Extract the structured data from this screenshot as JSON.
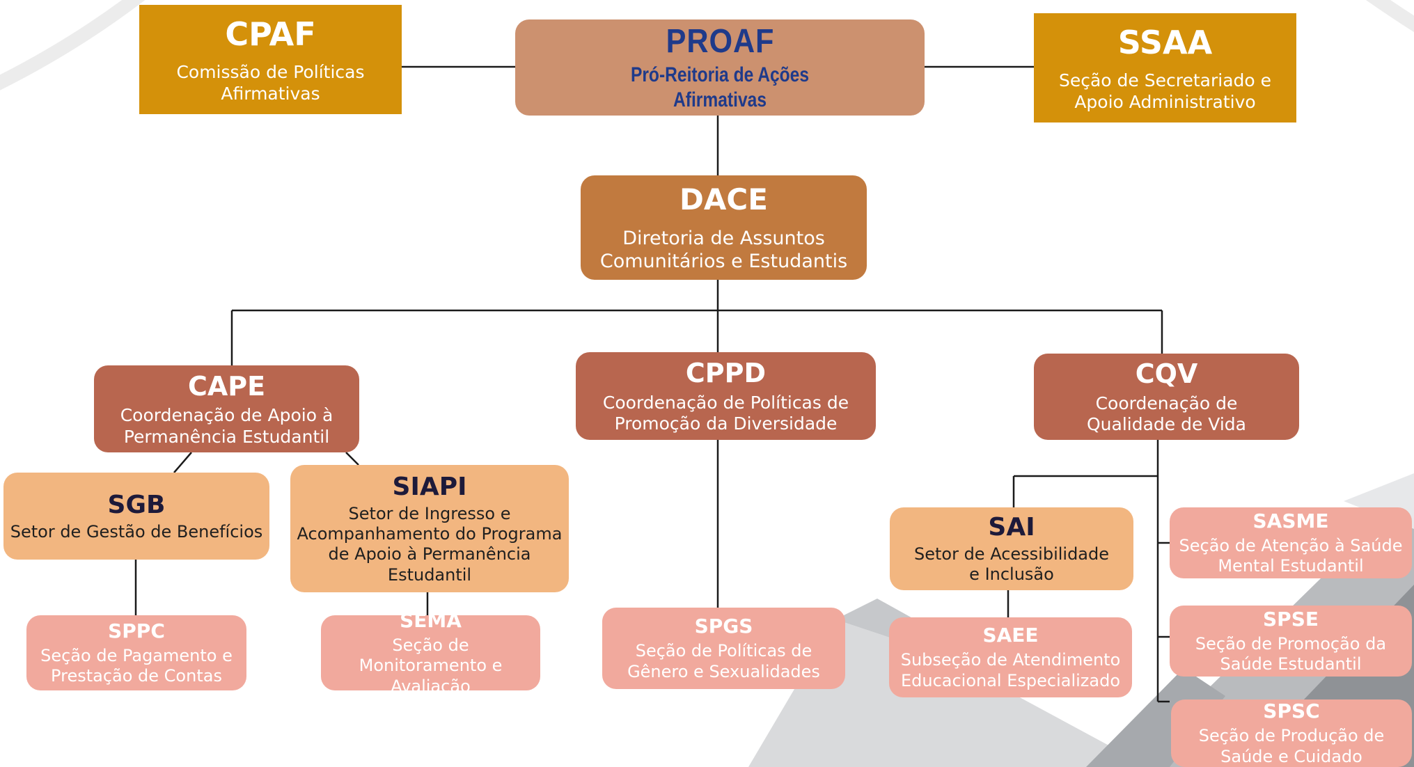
{
  "org_chart": {
    "cpaf": {
      "abbr": "CPAF",
      "full": "Comissão de Políticas Afirmativas"
    },
    "proaf": {
      "abbr": "PROAF",
      "full": "Pró-Reitoria de Ações Afirmativas"
    },
    "ssaa": {
      "abbr": "SSAA",
      "full": "Seção de Secretariado e Apoio Administrativo"
    },
    "dace": {
      "abbr": "DACE",
      "full": "Diretoria de Assuntos Comunitários e Estudantis"
    },
    "cape": {
      "abbr": "CAPE",
      "full": "Coordenação de Apoio à Permanência Estudantil"
    },
    "cppd": {
      "abbr": "CPPD",
      "full": "Coordenação de Políticas de Promoção da Diversidade"
    },
    "cqv": {
      "abbr": "CQV",
      "full": "Coordenação de Qualidade de Vida"
    },
    "sgb": {
      "abbr": "SGB",
      "full": "Setor de Gestão de Benefícios"
    },
    "siapi": {
      "abbr": "SIAPI",
      "full": "Setor de Ingresso e Acompanhamento do Programa de Apoio à Permanência Estudantil"
    },
    "sai": {
      "abbr": "SAI",
      "full": "Setor de Acessibilidade e Inclusão"
    },
    "sppc": {
      "abbr": "SPPC",
      "full": "Seção de Pagamento e Prestação de Contas"
    },
    "sema": {
      "abbr": "SEMA",
      "full": "Seção de Monitoramento e Avaliação"
    },
    "spgs": {
      "abbr": "SPGS",
      "full": "Seção de Políticas de Gênero e Sexualidades"
    },
    "saee": {
      "abbr": "SAEE",
      "full": "Subseção de Atendimento Educacional Especializado"
    },
    "sasme": {
      "abbr": "SASME",
      "full": "Seção de Atenção à Saúde Mental Estudantil"
    },
    "spse": {
      "abbr": "SPSE",
      "full": "Seção de Promoção da Saúde Estudantil"
    },
    "spsc": {
      "abbr": "SPSC",
      "full": "Seção de Produção de Saúde e Cuidado"
    }
  },
  "colors": {
    "gold": "#d4910a",
    "proaf_box": "#cc916f",
    "proaf_text": "#1f3a8a",
    "dace_box": "#c17a3f",
    "coordination_box": "#b8664f",
    "sector_box": "#f2b680",
    "section_box": "#f1a99d",
    "connector": "#1a1a1a"
  }
}
